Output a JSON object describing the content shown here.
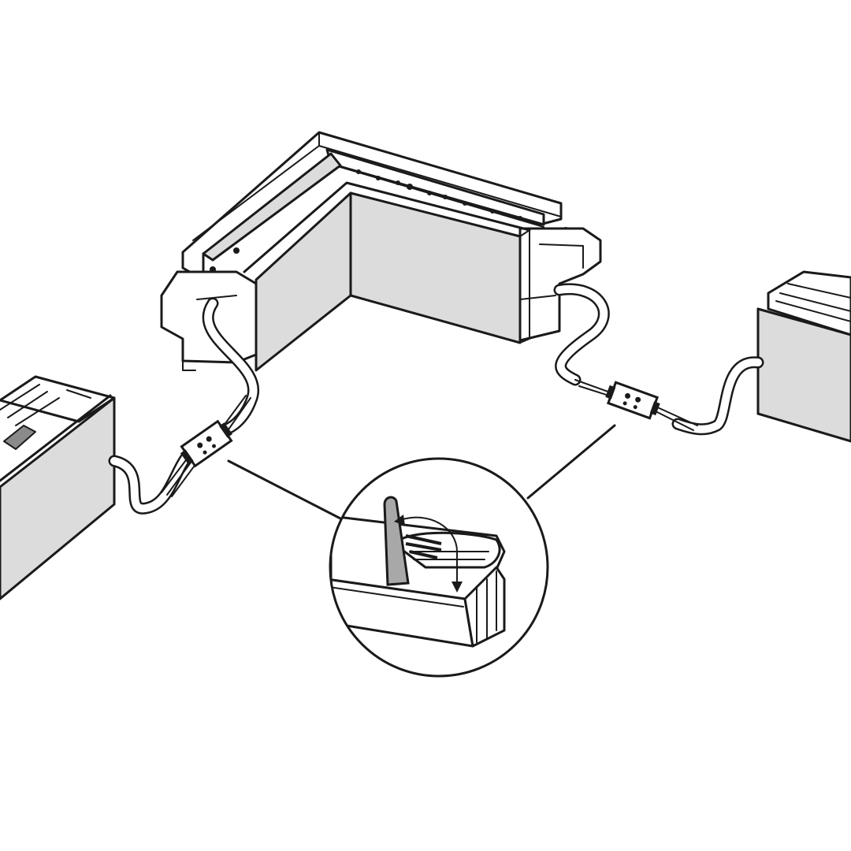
{
  "figure": {
    "kind": "assembly-illustration",
    "colors": {
      "line": "#1a1a1a",
      "profile_face": "#dcdcdc",
      "background": "#ffffff",
      "latch": "#a8a8a8"
    },
    "parts": [
      "corner-connector-profile",
      "left-linear-profile",
      "right-linear-profile",
      "left-cable-with-connector",
      "right-cable-with-connector",
      "detail-magnifier-latch"
    ]
  }
}
